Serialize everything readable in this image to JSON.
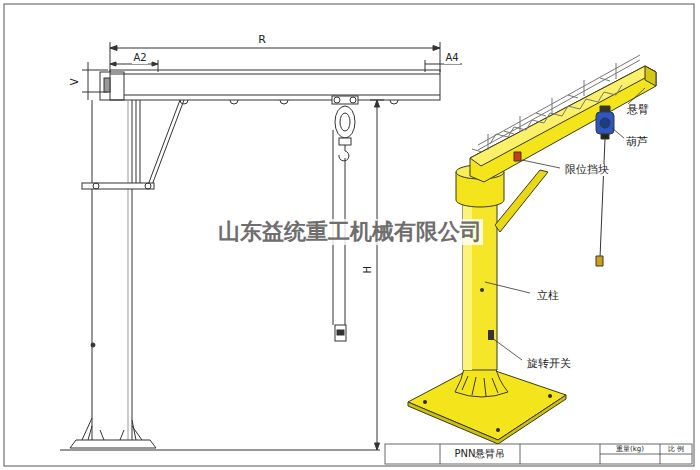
{
  "diagram": {
    "labels": [
      "R",
      "A2",
      "A4",
      "V",
      "H",
      "悬臂",
      "葫芦",
      "限位挡块",
      "立柱",
      "旋转开关",
      "山东益统重工机械有限公司",
      "PNN悬臂吊",
      "重量(kg)",
      "比 例"
    ]
  }
}
